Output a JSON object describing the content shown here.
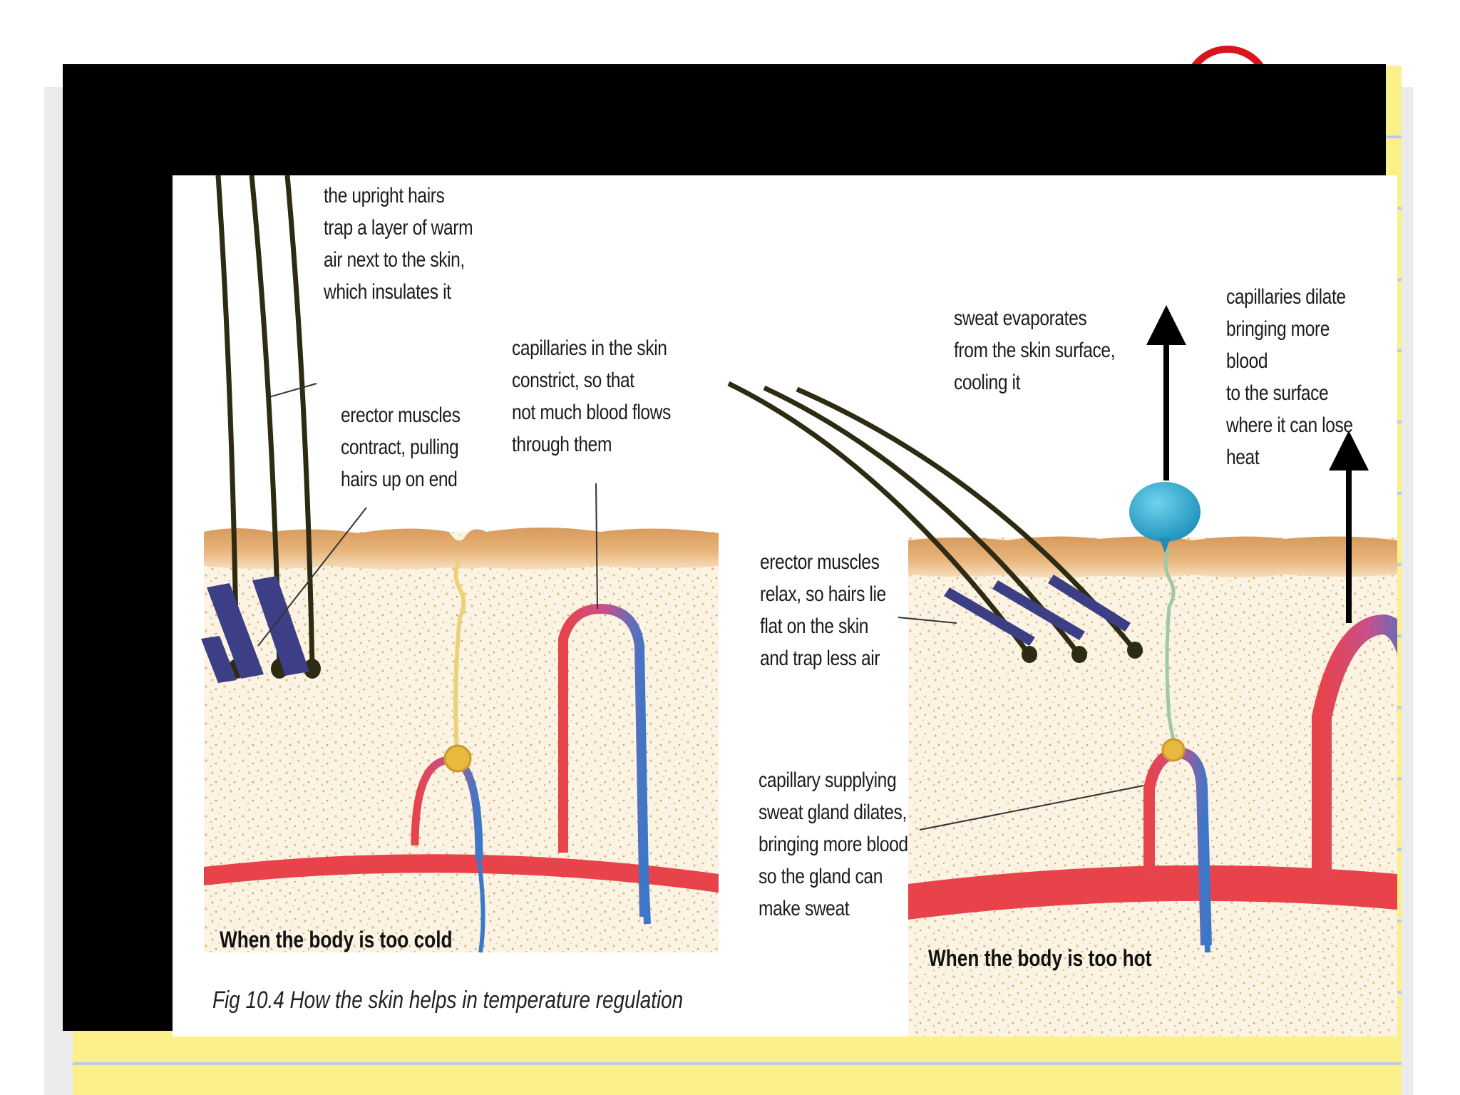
{
  "labels": {
    "upright_hairs": "the upright hairs\ntrap a layer of warm\nair next to the skin,\nwhich insulates it",
    "erector_contract": "erector muscles\ncontract, pulling\nhairs up on end",
    "capillaries_constrict": "capillaries in the skin\nconstrict, so that\nnot much blood flows\nthrough them",
    "sweat_evaporates": "sweat evaporates\nfrom the skin surface,\ncooling it",
    "capillaries_dilate": "capillaries dilate\nbringing more blood\nto the surface\nwhere it can lose heat",
    "erector_relax": "erector muscles\nrelax, so hairs lie\nflat on the skin\nand trap less air",
    "capillary_supplying": "capillary supplying\nsweat gland dilates,\nbringing more blood\nso the gland can\nmake sweat"
  },
  "captions": {
    "too_cold": "When the body is too cold",
    "too_hot": "When the body is too hot",
    "figure": "Fig 10.4  How the skin helps in temperature regulation"
  },
  "colors": {
    "epidermis": "#e2a76a",
    "dermis": "#fbf3e3",
    "artery": "#e8434a",
    "vein": "#3b78c9",
    "hair": "#2d2b12",
    "muscle": "#3c3f86",
    "sweat": "#2aa1c9",
    "frame": "#000000",
    "notepad": "#fbf08a"
  }
}
